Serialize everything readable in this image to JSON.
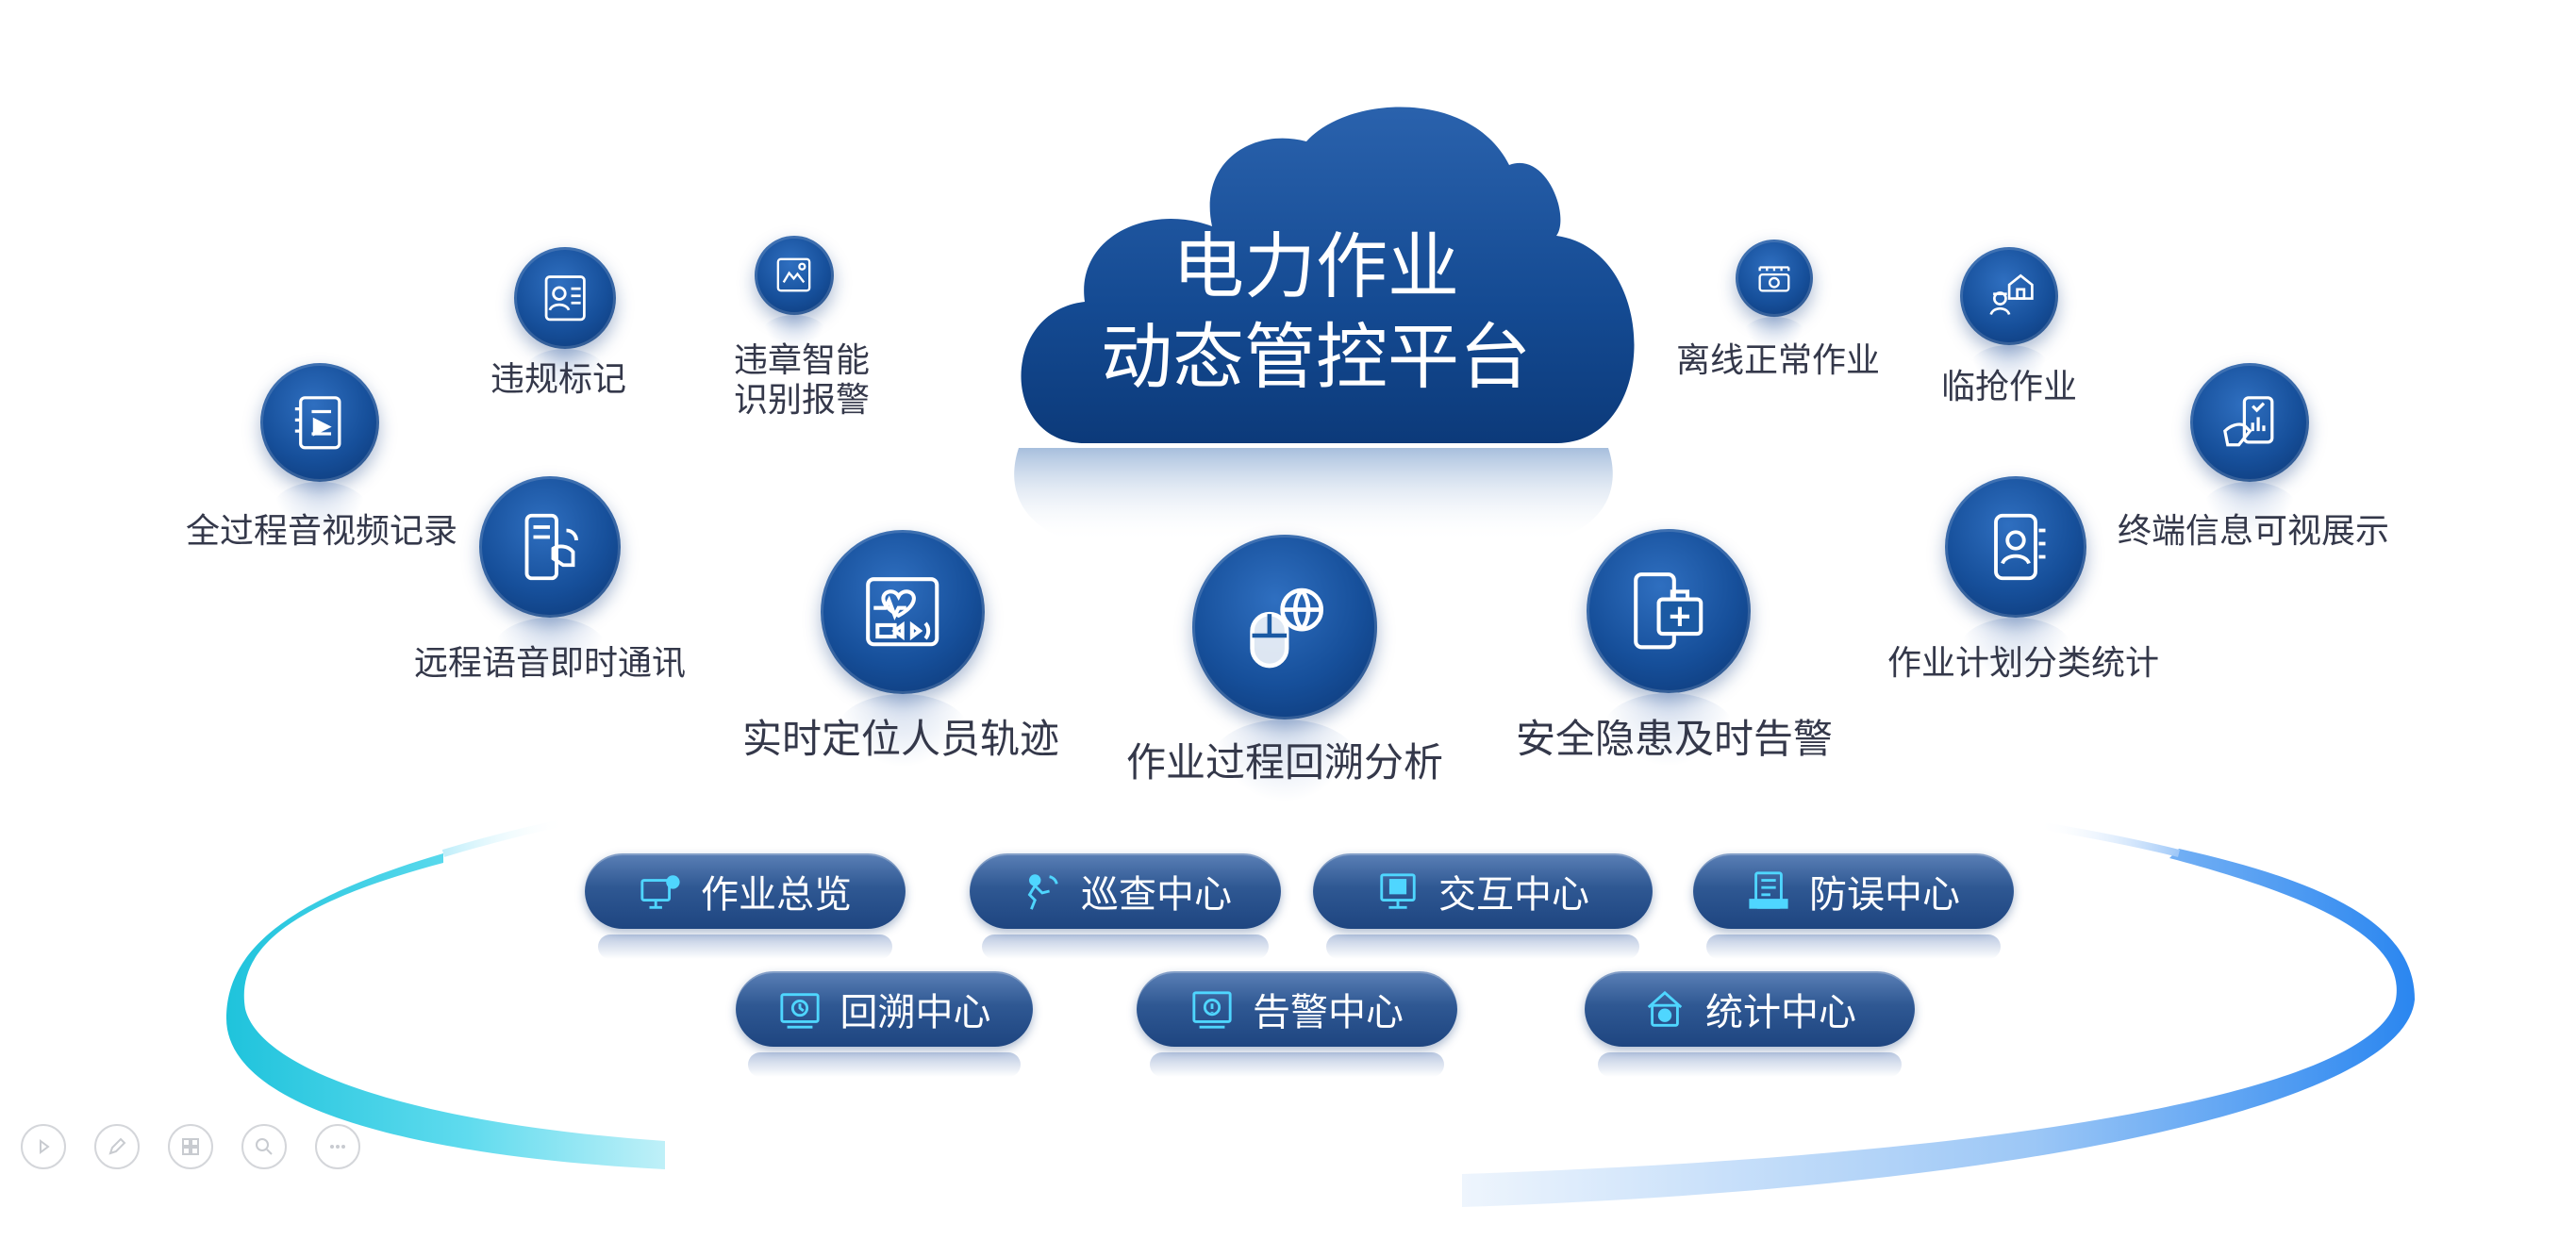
{
  "cloud": {
    "title_line1": "电力作业",
    "title_line2": "动态管控平台"
  },
  "features": [
    {
      "label": "违规标记",
      "icon": "worker-document-icon"
    },
    {
      "label": "违章智能\n识别报警",
      "icon": "ai-recognition-icon"
    },
    {
      "label": "全过程音视频记录",
      "icon": "recording-document-icon"
    },
    {
      "label": "远程语音即时通讯",
      "icon": "phone-voice-icon"
    },
    {
      "label": "实时定位人员轨迹",
      "icon": "tablet-heartbeat-icon"
    },
    {
      "label": "作业过程回溯分析",
      "icon": "mouse-globe-icon"
    },
    {
      "label": "安全隐患及时告警",
      "icon": "phone-medkit-icon"
    },
    {
      "label": "离线正常作业",
      "icon": "offline-gear-icon"
    },
    {
      "label": "临抢作业",
      "icon": "worker-house-icon"
    },
    {
      "label": "终端信息可视展示",
      "icon": "hand-chart-icon"
    },
    {
      "label": "作业计划分类统计",
      "icon": "phone-person-icon"
    }
  ],
  "modules": [
    {
      "label": "作业总览",
      "icon": "overview-monitor-icon"
    },
    {
      "label": "巡查中心",
      "icon": "inspection-icon"
    },
    {
      "label": "交互中心",
      "icon": "interaction-monitor-icon"
    },
    {
      "label": "防误中心",
      "icon": "anti-error-document-icon"
    },
    {
      "label": "回溯中心",
      "icon": "backtrack-screen-icon"
    },
    {
      "label": "告警中心",
      "icon": "alarm-screen-icon"
    },
    {
      "label": "统计中心",
      "icon": "statistics-house-icon"
    }
  ],
  "controls": [
    "play-icon",
    "pen-icon",
    "slides-icon",
    "zoom-icon",
    "more-icon"
  ],
  "colors": {
    "primary": "#164f9a",
    "dark": "#0b3470",
    "pill": "#2f5893",
    "ring_cyan": "#22c8e0",
    "ring_blue": "#2a86f0",
    "text": "#34384a"
  }
}
